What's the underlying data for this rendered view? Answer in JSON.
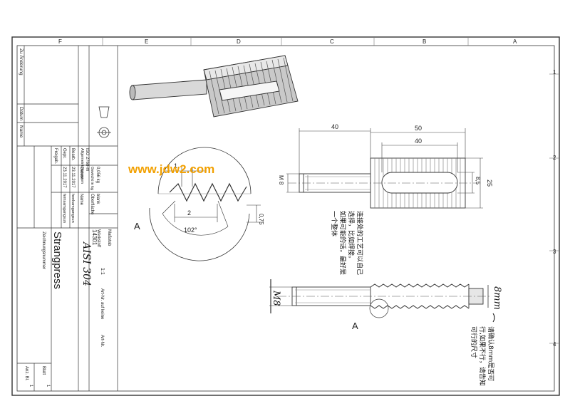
{
  "frame": {
    "col_labels": [
      "F",
      "E",
      "D",
      "C",
      "B",
      "A"
    ],
    "row_labels": [
      "1",
      "2",
      "3",
      "4"
    ]
  },
  "title_block": {
    "rev_header": "Zu Änderung",
    "datum_label": "Datum",
    "name_label": "Name",
    "rows": [
      {
        "role": "Bearb.",
        "date": "23.11.2017",
        "name": "henkamgangsun"
      },
      {
        "role": "Gepr.",
        "date": "23.11.2017",
        "name": "fernsamgangsun"
      },
      {
        "role": "Freigab.",
        "date": "",
        "name": ""
      }
    ],
    "datum_col": "Datum",
    "name_col": "Name",
    "general_tol": "Allgemeintoleranzen",
    "iso": "ISO 2768-m",
    "surface": "Oberfläche",
    "surface_val": "blank",
    "weight": "Gewicht in kg",
    "weight_val": "0,056 kg",
    "material_label": "Werkstoff",
    "material_num": "14301",
    "material_hand": "AISI 304",
    "massstab_label": "Maßstab",
    "massstab_val": "1:1",
    "title": "Strangpress",
    "zeichnungsnummer": "Zeichnungsnummer",
    "art_label": "Art-Nr. auf keine",
    "art_short": "Art-Nr.",
    "blatt_label": "Blatt",
    "blatt_val": "1",
    "anz_label": "Anz. Bl.",
    "anz_val": "1"
  },
  "watermark": "www.jdw2.com",
  "dims": {
    "d40a": "40",
    "d50": "50",
    "d40b": "40",
    "d25": "25",
    "d85": "8,5",
    "dM8": "M 8",
    "d1": "1",
    "d2": "2",
    "d075": "0,75",
    "d102": "102°",
    "view_a1": "A",
    "view_a2": "A",
    "m8_hand": "M8",
    "mm8_hand": "8mm"
  },
  "notes": {
    "left_note": [
      "连接处的工艺可以自己",
      "选择，比如焊接。",
      "如果可能的话，最好是",
      "一个整体"
    ],
    "right_note": [
      "请确认8mm是否可",
      "行,如果不行，请告知",
      "可行的尺寸"
    ]
  }
}
